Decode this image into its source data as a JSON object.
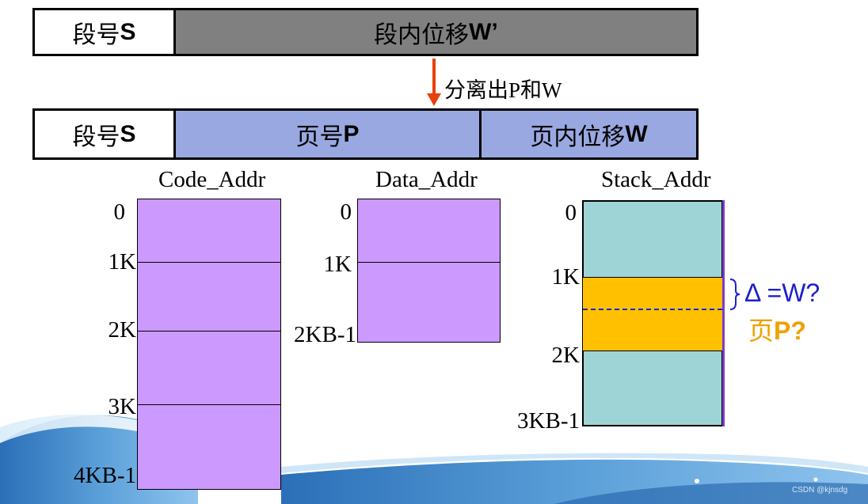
{
  "top_bar": {
    "segment_prefix": "段号",
    "segment_var": "S",
    "offset_prefix": "段内位移",
    "offset_var": "W’"
  },
  "arrow": {
    "label": "分离出P和W"
  },
  "bottom_bar": {
    "segment_prefix": "段号",
    "segment_var": "S",
    "page_prefix": "页号",
    "page_var": "P",
    "offset_prefix": "页内位移",
    "offset_var": "W"
  },
  "segments": [
    {
      "title": "Code_Addr",
      "ticks": [
        "0",
        "1K",
        "2K",
        "3K",
        "4KB-1"
      ],
      "fill": "#cc99ff"
    },
    {
      "title": "Data_Addr",
      "ticks": [
        "0",
        "1K",
        "2KB-1"
      ],
      "fill": "#cc99ff"
    },
    {
      "title": "Stack_Addr",
      "ticks": [
        "0",
        "1K",
        "2K",
        "3KB-1"
      ],
      "fill": "#9fd4d6",
      "highlight": "#ffc000"
    }
  ],
  "annotation": {
    "delta_label": "Δ =W?",
    "page_prefix": "页",
    "page_var": "P?"
  },
  "watermark": "CSDN @kjnsdg",
  "colors": {
    "gray_bar": "#808080",
    "blue_bar": "#99a8e0",
    "arrow": "#e8400c",
    "annotation_blue": "#1f1fcc",
    "annotation_orange": "#f0a000"
  }
}
